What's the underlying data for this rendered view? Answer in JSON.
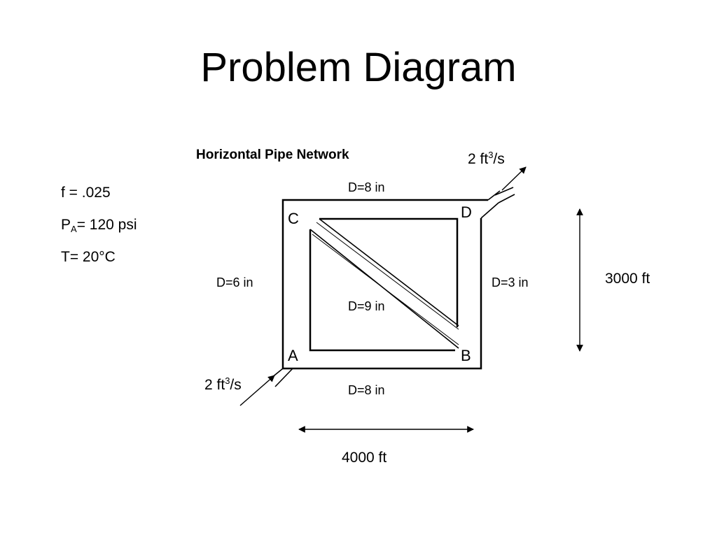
{
  "title": "Problem Diagram",
  "subtitle": "Horizontal Pipe Network",
  "parameters": {
    "friction": "f = .025",
    "pressure_symbol": "P",
    "pressure_subscript": "A",
    "pressure_value": "= 120 psi",
    "temperature": "T= 20°C"
  },
  "nodes": {
    "a": "A",
    "b": "B",
    "c": "C",
    "d": "D"
  },
  "pipes": {
    "top": "D=8 in",
    "left": "D=6 in",
    "right": "D=3 in",
    "diagonal": "D=9 in",
    "bottom": "D=8 in"
  },
  "flows": {
    "inflow": {
      "value": "2 ft",
      "exponent": "3",
      "unit": "/s"
    },
    "outflow": {
      "value": "2 ft",
      "exponent": "3",
      "unit": "/s"
    }
  },
  "dimensions": {
    "height": "3000 ft",
    "width": "4000 ft"
  }
}
